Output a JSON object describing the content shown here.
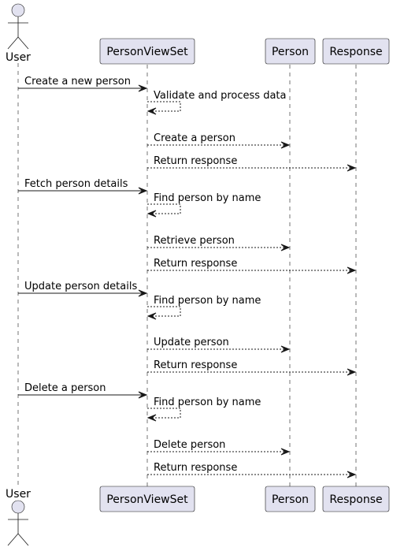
{
  "participants": [
    {
      "id": "user",
      "label": "User",
      "kind": "actor"
    },
    {
      "id": "viewset",
      "label": "PersonViewSet",
      "kind": "participant"
    },
    {
      "id": "person",
      "label": "Person",
      "kind": "participant"
    },
    {
      "id": "response",
      "label": "Response",
      "kind": "participant"
    }
  ],
  "messages": [
    {
      "from": "user",
      "to": "viewset",
      "label": "Create a new person",
      "style": "solid"
    },
    {
      "from": "viewset",
      "to": "viewset",
      "label": "Validate and process data",
      "style": "dashed"
    },
    {
      "from": "viewset",
      "to": "person",
      "label": "Create a person",
      "style": "dashed"
    },
    {
      "from": "viewset",
      "to": "response",
      "label": "Return response",
      "style": "dashed"
    },
    {
      "from": "user",
      "to": "viewset",
      "label": "Fetch person details",
      "style": "solid"
    },
    {
      "from": "viewset",
      "to": "viewset",
      "label": "Find person by name",
      "style": "dashed"
    },
    {
      "from": "viewset",
      "to": "person",
      "label": "Retrieve person",
      "style": "dashed"
    },
    {
      "from": "viewset",
      "to": "response",
      "label": "Return response",
      "style": "dashed"
    },
    {
      "from": "user",
      "to": "viewset",
      "label": "Update person details",
      "style": "solid"
    },
    {
      "from": "viewset",
      "to": "viewset",
      "label": "Find person by name",
      "style": "dashed"
    },
    {
      "from": "viewset",
      "to": "person",
      "label": "Update person",
      "style": "dashed"
    },
    {
      "from": "viewset",
      "to": "response",
      "label": "Return response",
      "style": "dashed"
    },
    {
      "from": "user",
      "to": "viewset",
      "label": "Delete a person",
      "style": "solid"
    },
    {
      "from": "viewset",
      "to": "viewset",
      "label": "Find person by name",
      "style": "dashed"
    },
    {
      "from": "viewset",
      "to": "person",
      "label": "Delete person",
      "style": "dashed"
    },
    {
      "from": "viewset",
      "to": "response",
      "label": "Return response",
      "style": "dashed"
    }
  ]
}
